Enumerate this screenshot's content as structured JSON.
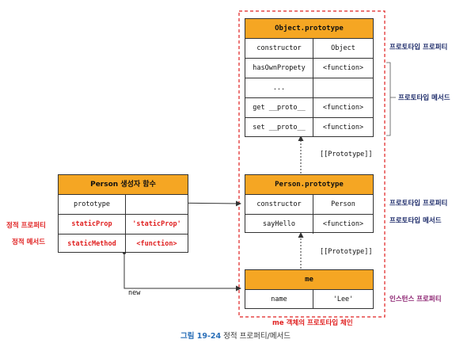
{
  "object_prototype": {
    "title": "Object.prototype",
    "rows": [
      {
        "key": "constructor",
        "value": "Object"
      },
      {
        "key": "hasOwnPropety",
        "value": "<function>"
      },
      {
        "key": "...",
        "value": ""
      },
      {
        "key": "get __proto__",
        "value": "<function>"
      },
      {
        "key": "set __proto__",
        "value": "<function>"
      }
    ]
  },
  "person_prototype": {
    "title": "Person.prototype",
    "rows": [
      {
        "key": "constructor",
        "value": "Person"
      },
      {
        "key": "sayHello",
        "value": "<function>"
      }
    ]
  },
  "me": {
    "title": "me",
    "rows": [
      {
        "key": "name",
        "value": "'Lee'"
      }
    ]
  },
  "person_constructor": {
    "title": "Person 생성자 함수",
    "rows": [
      {
        "key": "prototype",
        "value": ""
      },
      {
        "key": "staticProp",
        "value": "'staticProp'"
      },
      {
        "key": "staticMethod",
        "value": "<function>"
      }
    ]
  },
  "labels": {
    "prototype_property_1": "프로토타입 프로퍼티",
    "prototype_method_1": "프로토타입 메서드",
    "prototype_property_2": "프로토타입 프로퍼티",
    "prototype_method_2": "프로토타입 메서드",
    "instance_property": "인스턴스 프로퍼티",
    "static_property": "정적 프로퍼티",
    "static_method": "정적 메서드",
    "chain_label": "me 객체의 프로토타입 체인",
    "prototype_link_1": "[[Prototype]]",
    "prototype_link_2": "[[Prototype]]",
    "new_label": "new"
  },
  "caption": {
    "number": "그림 19-24",
    "text": "정적 프로퍼티/메서드"
  },
  "colors": {
    "header_orange": "#f5a623",
    "red": "#e02020",
    "navy": "#1f2d6b",
    "purple": "#8a1f6e"
  }
}
